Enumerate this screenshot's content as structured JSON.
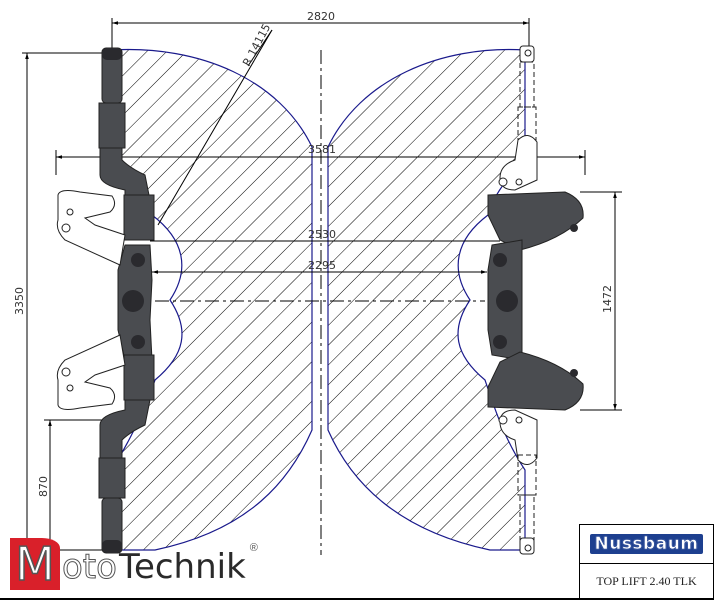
{
  "drawing": {
    "title": "TOP LIFT 2.40 TLK",
    "manufacturer_logo": "Nussbaum",
    "watermark": {
      "brand_first_letter": "M",
      "brand_rest": "oto",
      "brand_second_word_first": "T",
      "brand_second_word_rest": "echnik",
      "registered_mark": "®"
    },
    "dimensions": {
      "overall_width": "2820",
      "arm_reach_width": "3581",
      "inner_width_upper": "2530",
      "inner_width_lower": "2295",
      "overall_length": "3350",
      "arm_spacing": "1472",
      "pad_offset": "870",
      "swing_radius": "R 14115"
    },
    "colors": {
      "envelope_outline": "#1a1a8c",
      "arm_fill": "#4a4c50",
      "nussbaum_blue": "#1d3f8f",
      "moto_red": "#d9202a"
    }
  }
}
